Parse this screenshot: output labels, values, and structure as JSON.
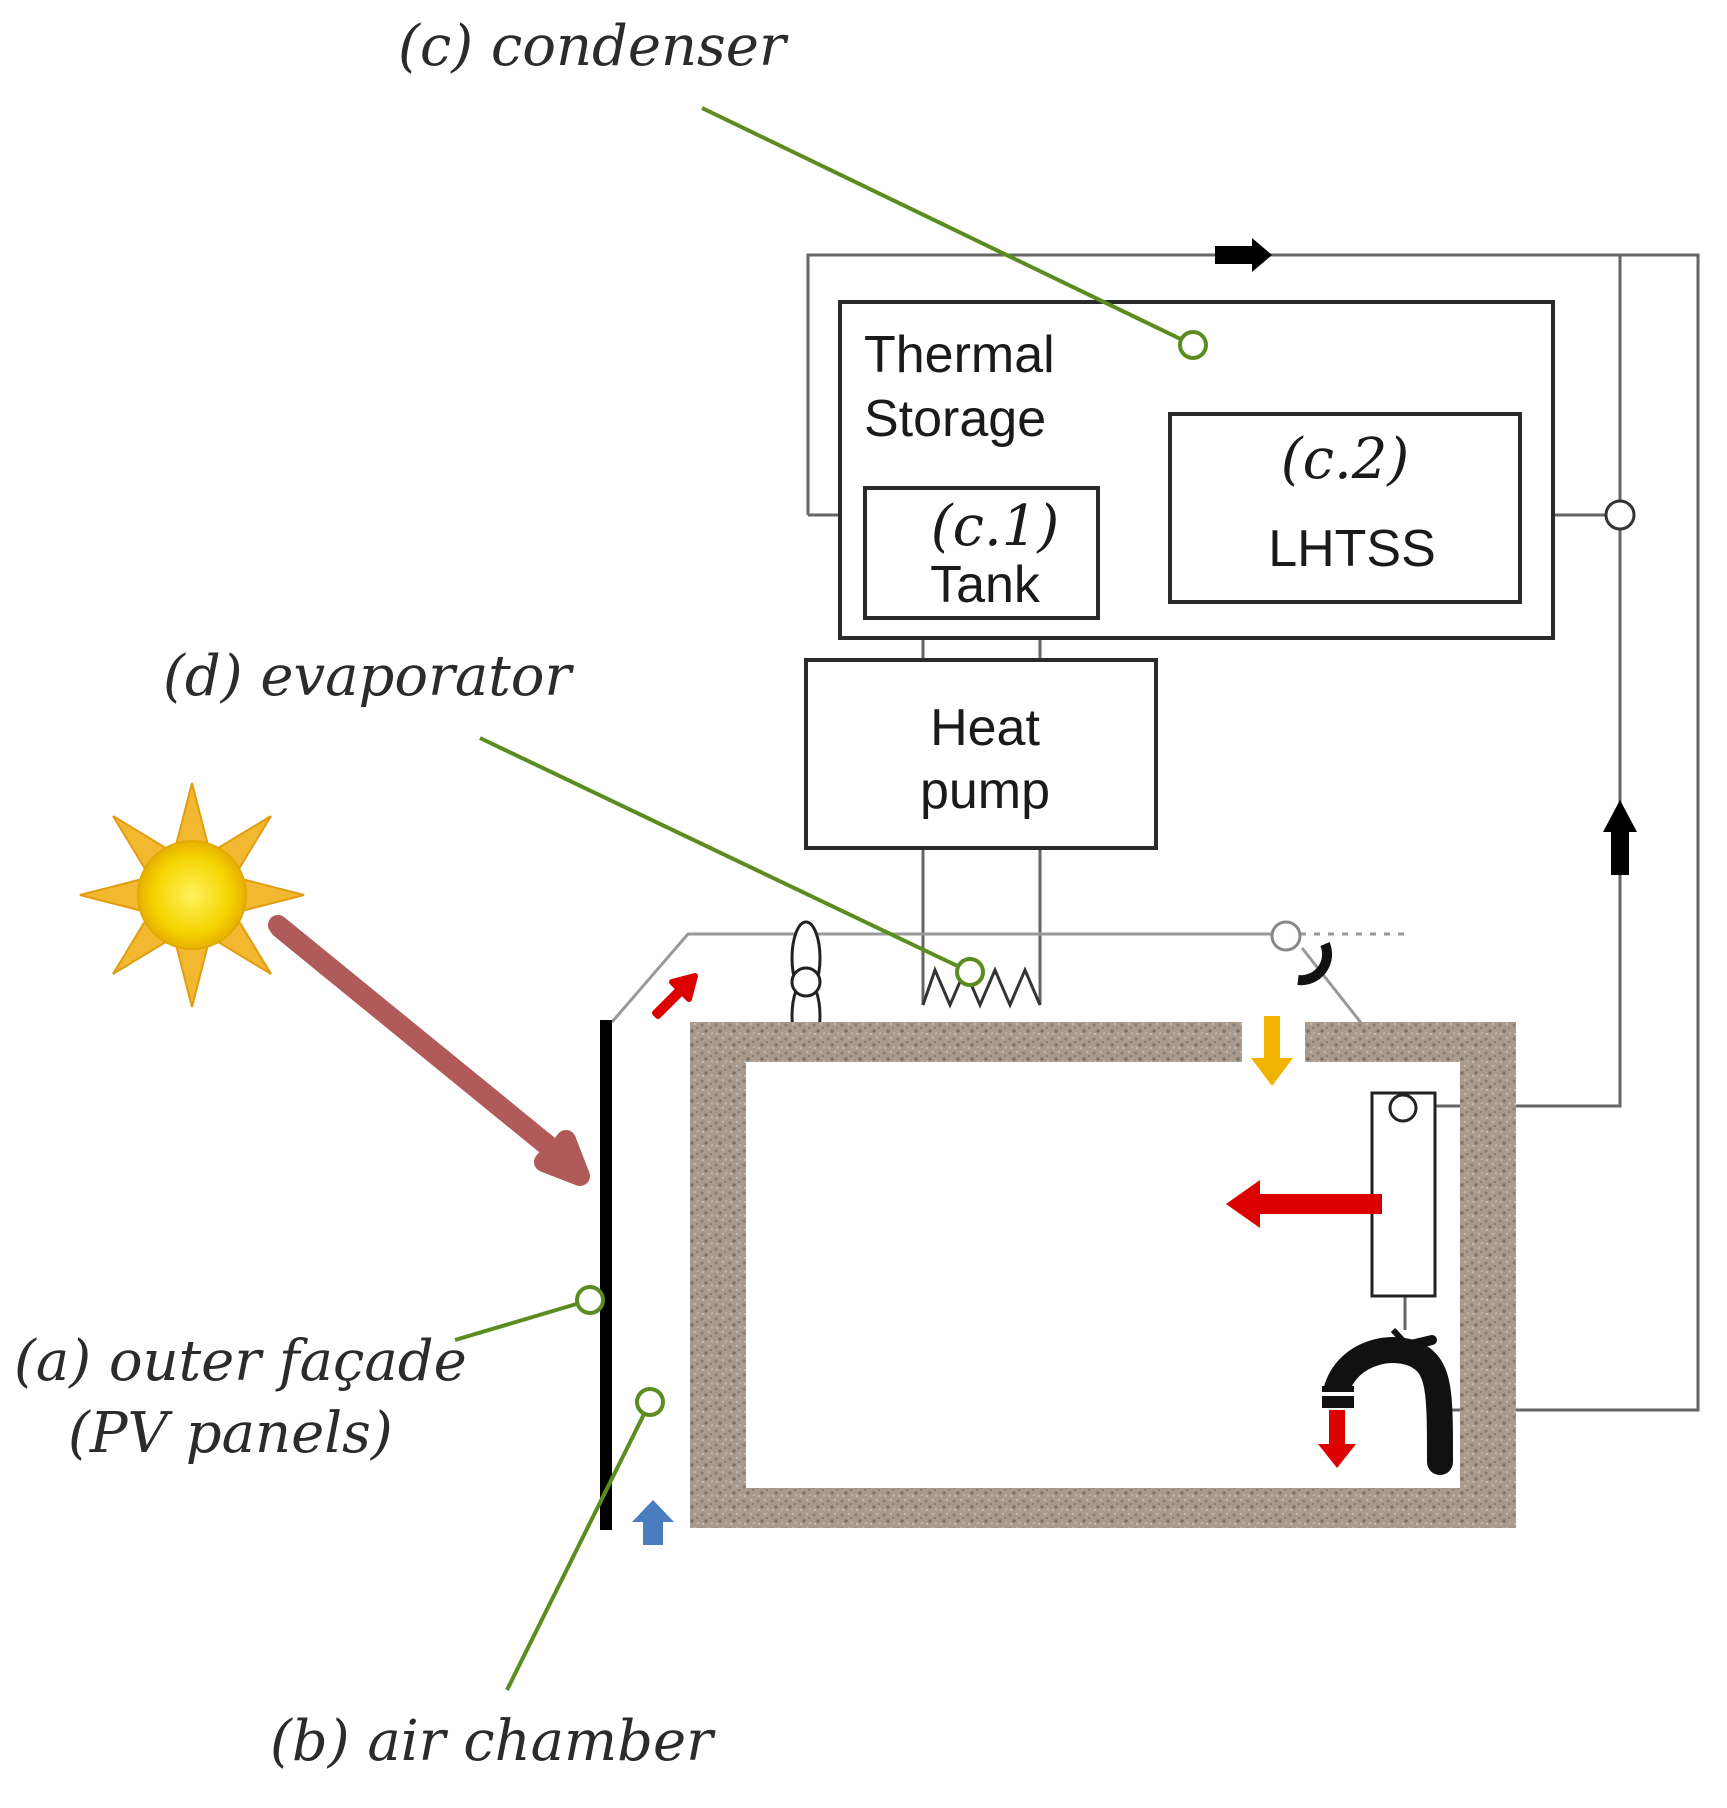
{
  "callouts": {
    "condenser": "(c) condenser",
    "evaporator": "(d) evaporator",
    "facade_line1": "(a) outer façade",
    "facade_line2": "(PV panels)",
    "air_chamber": "(b) air chamber"
  },
  "boxes": {
    "thermal_storage_line1": "Thermal",
    "thermal_storage_line2": "Storage",
    "tank_id": "(c.1)",
    "tank_label": "Tank",
    "lhtss_id": "(c.2)",
    "lhtss_label": "LHTSS",
    "heat_pump_line1": "Heat",
    "heat_pump_line2": "pump"
  },
  "colors": {
    "leader": "#5b8c1f",
    "solar_arrow": "#b05a5a",
    "hot_arrow": "#dd0000",
    "cool_arrow": "#4a7cc0",
    "supply_arrow": "#f0b400",
    "wall": "#a89a8c",
    "sun_rays": "#f2b830",
    "sun_core": "#f5d400"
  },
  "icons": [
    "sun-icon",
    "fan-icon",
    "valve-icon",
    "radiator-icon",
    "faucet-icon"
  ]
}
